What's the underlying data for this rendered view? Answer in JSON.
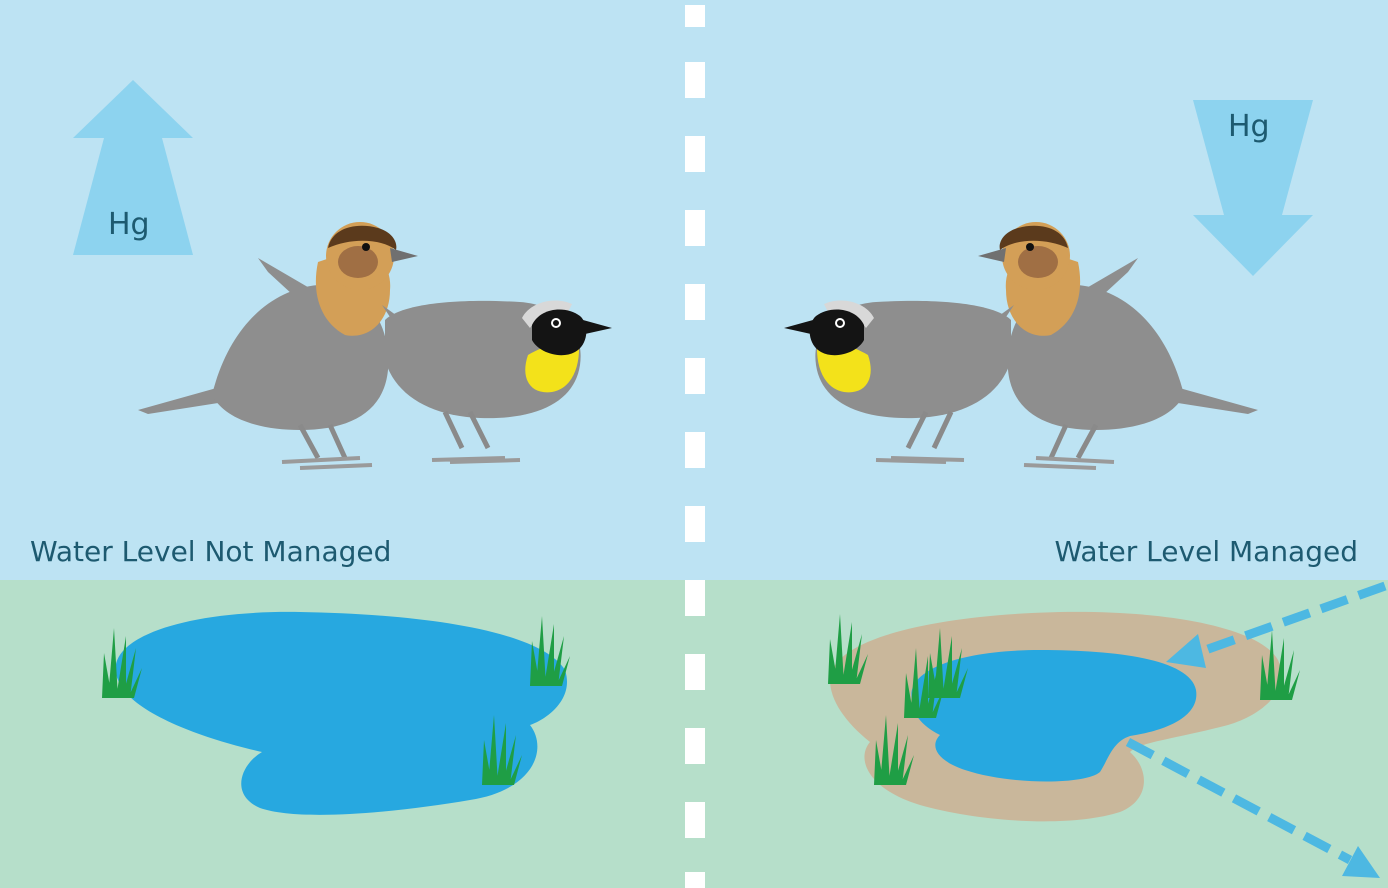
{
  "labels": {
    "left_caption": "Water Level Not Managed",
    "right_caption": "Water Level Managed",
    "hg_left": "Hg",
    "hg_right": "Hg"
  },
  "colors": {
    "sky": "#bde3f3",
    "ground": "#b6dfca",
    "water": "#27a8e0",
    "mudflat": "#c9b79b",
    "grass": "#1f9e45",
    "arrow": "#8dd3ef",
    "flow_arrow": "#4db8e2",
    "divider": "#ffffff",
    "text": "#1d5a70"
  },
  "hg_trend": {
    "left": "increase",
    "right": "decrease"
  },
  "icons": [
    "hg-up-arrow-icon",
    "hg-down-arrow-icon",
    "sparrow-icon",
    "yellowthroat-icon",
    "grass-tuft-icon",
    "water-inflow-arrow-icon",
    "water-outflow-arrow-icon"
  ]
}
